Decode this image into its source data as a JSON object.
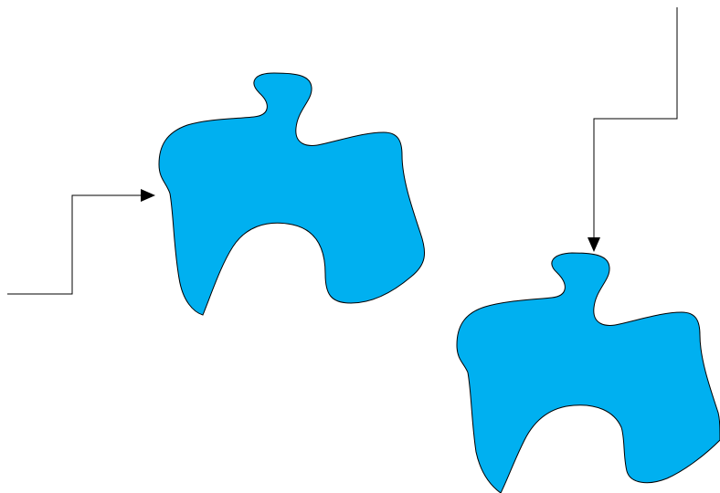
{
  "diagram": {
    "background_color": "#ffffff",
    "shape_fill_color": "#00b0f0",
    "line_color": "#000000",
    "shapes": [
      {
        "kind": "freeform-blob"
      },
      {
        "kind": "freeform-blob"
      }
    ],
    "connectors": [
      {
        "kind": "elbow-arrow",
        "target": "shape 1"
      },
      {
        "kind": "elbow-arrow",
        "target": "shape 2"
      }
    ]
  }
}
